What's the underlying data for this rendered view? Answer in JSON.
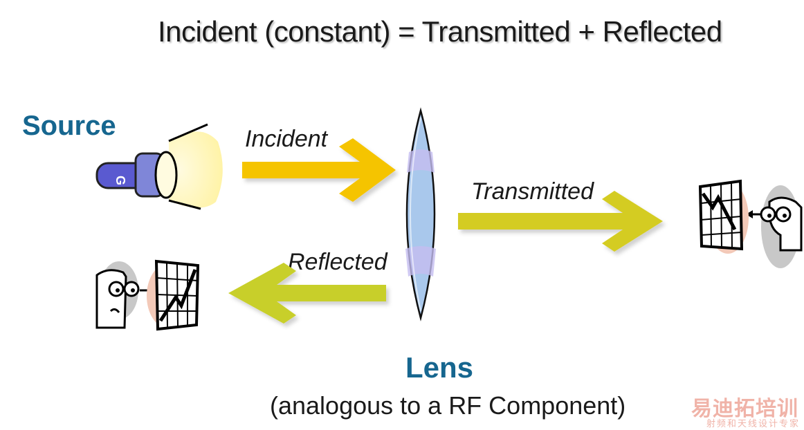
{
  "title": "Incident (constant) = Transmitted + Reflected",
  "source_label": "Source",
  "lens_label": "Lens",
  "lens_sublabel": "(analogous to a RF Component)",
  "arrows": {
    "incident": "Incident",
    "transmitted": "Transmitted",
    "reflected": "Reflected"
  },
  "flashlight_letter": "G",
  "watermark": {
    "top": "易迪拓培训",
    "bottom": "射频和天线设计专家"
  },
  "colors": {
    "label_blue": "#16668f",
    "incident_arrow": "#f5c400",
    "transmitted_arrow": "#d4cc20",
    "reflected_arrow": "#c8cf2a",
    "lens": "#a9c8ec",
    "flashlight_body": "#5a5ad0"
  },
  "icons": [
    "flashlight-icon",
    "lens-icon",
    "viewer-icon",
    "grid-chart-icon"
  ]
}
